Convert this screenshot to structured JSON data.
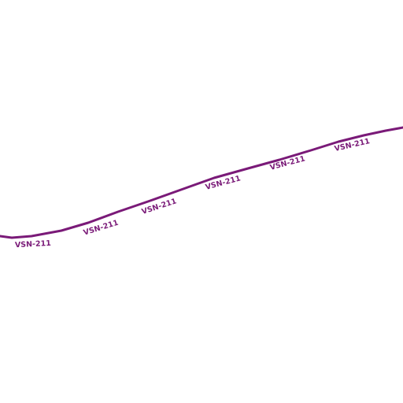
{
  "map": {
    "route": {
      "ref": "VSN-211",
      "color": "#7a1a78",
      "labels": [
        "VSN-211",
        "VSN-211",
        "VSN-211",
        "VSN-211",
        "VSN-211",
        "VSN-211"
      ]
    }
  }
}
